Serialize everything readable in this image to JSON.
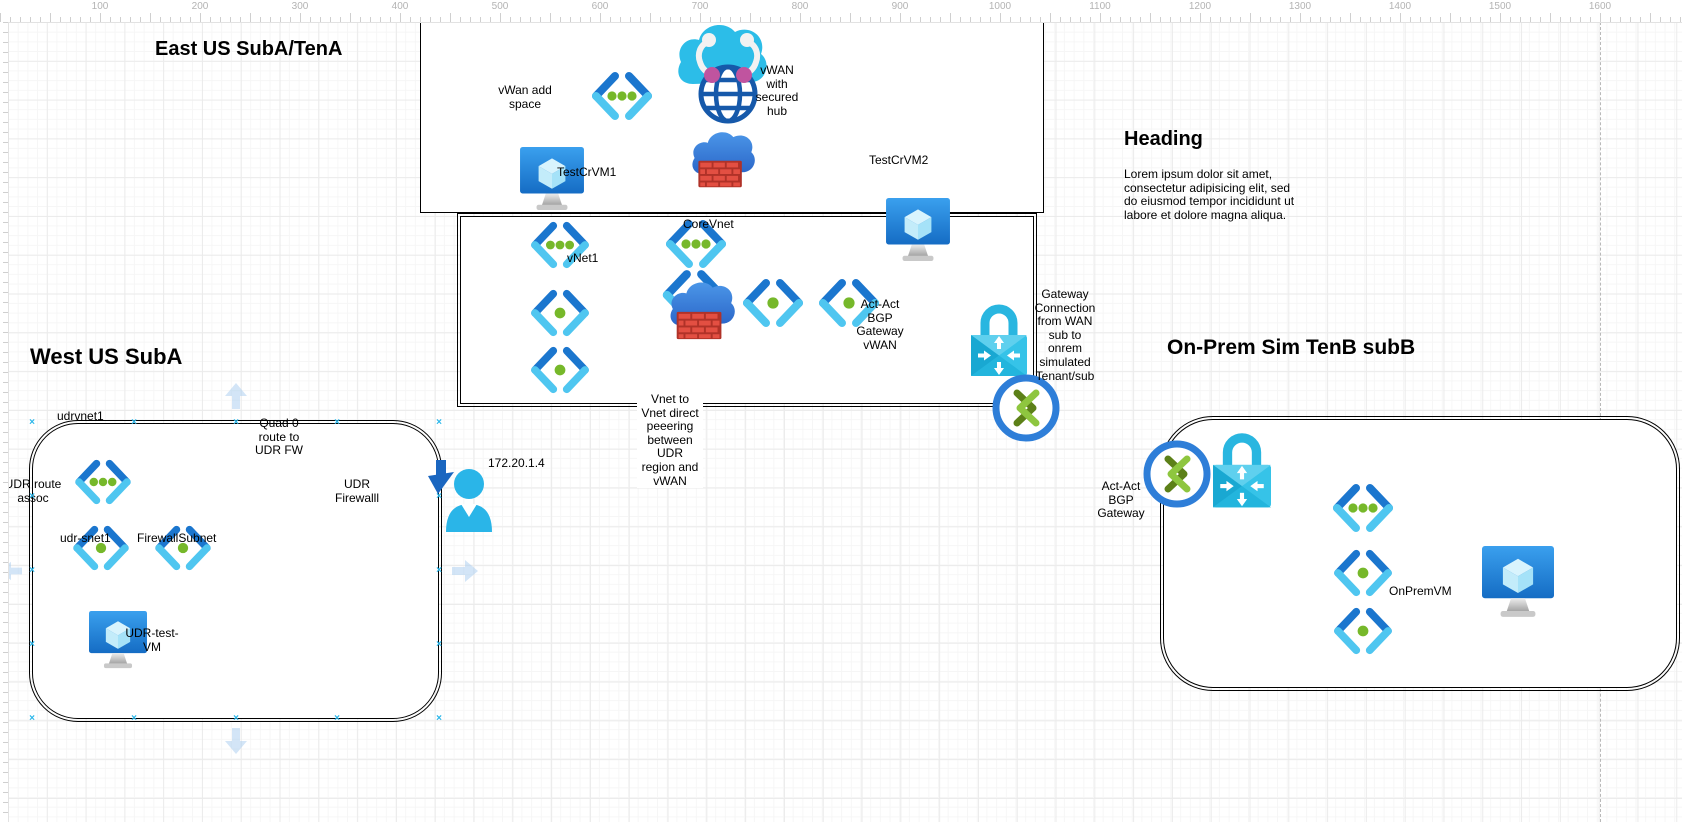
{
  "ruler": {
    "unit_labels": [
      "100",
      "200",
      "300",
      "400",
      "500",
      "600",
      "700",
      "800",
      "900",
      "1000",
      "1100",
      "1200",
      "1300",
      "1400",
      "1500",
      "1600"
    ]
  },
  "east": {
    "title": "East US SubA/TenA",
    "vwan_addspace": "vWan add\nspace",
    "vwan_hub": "vWAN\nwith\nsecured\nhub",
    "testcrvm1": "TestCrVM1",
    "testcrvm2": "TestCrVM2"
  },
  "hub_box": {
    "vnet1": "vNet1",
    "corevnet": "CoreVnet",
    "actact_vwan": "Act-Act\nBGP\nGateway\nvWAN"
  },
  "west": {
    "title": "West US SubA",
    "udrvnet1": "udrvnet1",
    "udr_route_assoc": "UDR route\nassoc",
    "udr_snet1": "udr-snet1",
    "firewall_subnet": "FirewallSubnet",
    "udr_test_vm": "UDR-test-\nVM",
    "quad0_route": "Quad 0\nroute to\nUDR FW",
    "udr_firewall": "UDR\nFirewalll",
    "fw_ip": "172.20.1.4"
  },
  "onprem": {
    "title": "On-Prem Sim TenB subB",
    "actact_bgp": "Act-Act\nBGP\nGateway",
    "onpremvm": "OnPremVM"
  },
  "annotations": {
    "heading_title": "Heading",
    "heading_body": "Lorem ipsum dolor sit amet, consectetur adipisicing elit, sed do eiusmod tempor incididunt ut labore et dolore magna aliqua.",
    "gateway_connection": "Gateway\nConnection\nfrom WAN\nsub to\nonrem\nsimulated\nTenant/sub",
    "vnet_peering": "Vnet to\nVnet direct\npeeering\nbetween\nUDR\nregion and\nvWAN"
  },
  "colors": {
    "vnet_arm_dark": "#1b76ce",
    "vnet_arm_light": "#4fc6f0",
    "dot_green": "#76b82a",
    "conn_ring": "#2e7ed8",
    "conn_chevron_dark": "#5c8018",
    "conn_chevron_light": "#8ec63f",
    "vwan_cloud": "#2cbde8",
    "globe_blue": "#1659aa",
    "vwan_pink": "#c0549f",
    "fw_cloud_top": "#4b96e8",
    "fw_cloud_bottom": "#2b66c8",
    "brick_base": "#b03228",
    "brick": "#e34f42",
    "lock_cyan": "#29b6e0",
    "vm_screen": "#1779d0",
    "person_cyan": "#2ab5e8",
    "signin_arrow": "#1a66c0",
    "selection_handle": "#29b6ea",
    "hint_arrow": "#a8cdf0",
    "edge_black": "#000000",
    "edge_gray": "#a0a0a0"
  }
}
